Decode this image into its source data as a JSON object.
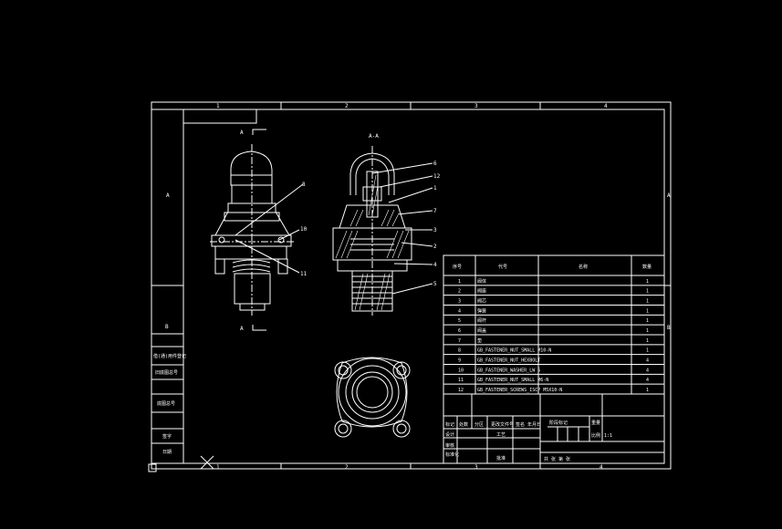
{
  "drawing": {
    "background": "#000000",
    "line_color": "#ffffff",
    "grid": {
      "columns_top": [
        "1",
        "2",
        "3",
        "4"
      ],
      "columns_bottom": [
        "1",
        "2",
        "3",
        "4"
      ],
      "rows_left": [
        "A",
        "B"
      ],
      "rows_right": [
        "A",
        "B"
      ]
    },
    "views": {
      "section_mark_top": "A",
      "section_mark_bottom": "A",
      "section_title": "A-A"
    },
    "front_callouts": [
      "8",
      "10",
      "11"
    ],
    "section_callouts": [
      "6",
      "12",
      "1",
      "7",
      "3",
      "2",
      "4",
      "5"
    ],
    "bom": {
      "headers": [
        "序号",
        "代号",
        "名称",
        "数量"
      ],
      "rows": [
        {
          "no": "1",
          "name": "阀体",
          "qty": "1"
        },
        {
          "no": "2",
          "name": "阀座",
          "qty": "1"
        },
        {
          "no": "3",
          "name": "阀芯",
          "qty": "1"
        },
        {
          "no": "4",
          "name": "弹簧",
          "qty": "1"
        },
        {
          "no": "5",
          "name": "阀杆",
          "qty": "1"
        },
        {
          "no": "6",
          "name": "阀盖",
          "qty": "1"
        },
        {
          "no": "7",
          "name": "垫",
          "qty": "1"
        },
        {
          "no": "8",
          "name": "GB_FASTENER_NUT_SMALL M10-N",
          "qty": "1"
        },
        {
          "no": "9",
          "name": "GB_FASTENER_NUT_HEXBOLT",
          "qty": "4"
        },
        {
          "no": "10",
          "name": "GB_FASTENER_WASHER_LW 6",
          "qty": "4"
        },
        {
          "no": "11",
          "name": "GB_FASTENER_NUT_SMALL M6-N",
          "qty": "4"
        },
        {
          "no": "12",
          "name": "GB_FASTENER_SCREWS_ISCP M5X10-N",
          "qty": "1"
        }
      ]
    },
    "side_block": {
      "label_top": "B",
      "items": [
        "借(通)用件登记",
        "旧底图总号",
        "底图总号",
        "签字",
        "日期"
      ]
    },
    "title_block": {
      "labels": [
        "标记",
        "处数",
        "分区",
        "更改文件号",
        "签名",
        "年月日"
      ],
      "roles": [
        "设计",
        "审核",
        "工艺",
        "标准化",
        "批准"
      ],
      "stage": "阶段标记",
      "weight": "重量",
      "scale": "比例",
      "scale_value": "1:1",
      "sheets": "共  张  第  张"
    }
  }
}
